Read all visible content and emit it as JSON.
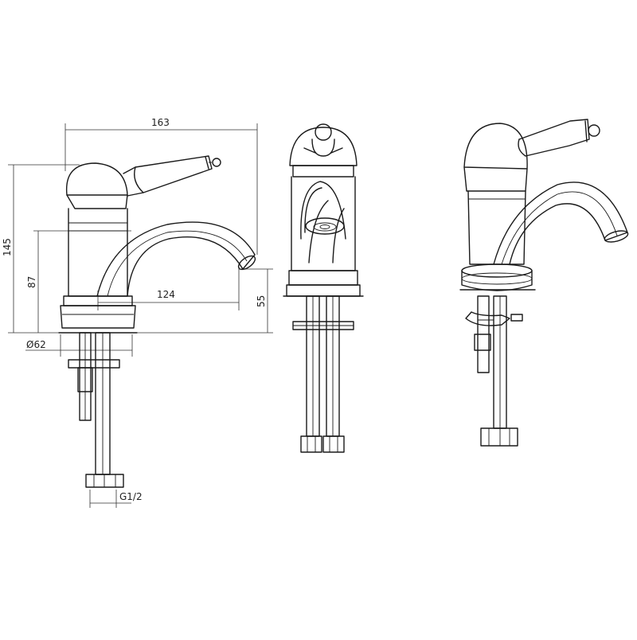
{
  "dimensions": {
    "width_total": "163",
    "height_total": "145",
    "spout_height": "87",
    "spout_reach": "124",
    "clearance_height": "55",
    "base_diameter": "Ø62",
    "thread_size": "G1/2"
  },
  "colors": {
    "line": "#1a1a1a",
    "background": "#ffffff"
  }
}
